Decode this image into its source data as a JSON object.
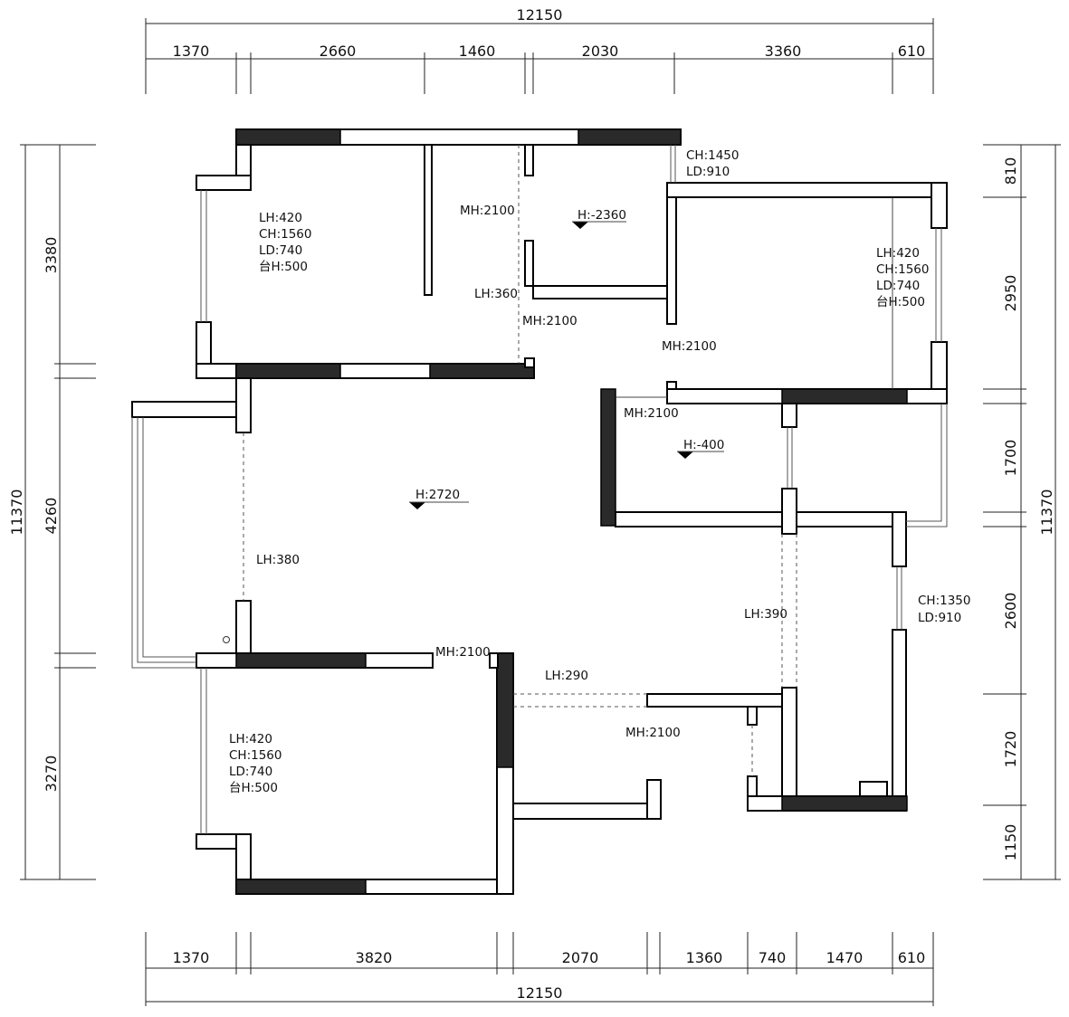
{
  "dimensions": {
    "top_total": "12150",
    "top_segments": [
      "1370",
      "2660",
      "1460",
      "2030",
      "3360",
      "610"
    ],
    "bottom_total": "12150",
    "bottom_segments": [
      "1370",
      "3820",
      "2070",
      "1360",
      "740",
      "1470",
      "610"
    ],
    "left_total": "11370",
    "left_segments": [
      "3380",
      "4260",
      "3270"
    ],
    "right_total": "11370",
    "right_segments": [
      "810",
      "2950",
      "1700",
      "2600",
      "1720",
      "1150"
    ]
  },
  "annotations": {
    "ch1450": "CH:1450",
    "ld910_top": "LD:910",
    "mh2100_a": "MH:2100",
    "h_minus2360": "H:-2360",
    "bed1_lh": "LH:420",
    "bed1_ch": "CH:1560",
    "bed1_ld": "LD:740",
    "bed1_tai": "台H:500",
    "lh360": "LH:360",
    "mh2100_b": "MH:2100",
    "mh2100_c": "MH:2100",
    "bed2_lh": "LH:420",
    "bed2_ch": "CH:1560",
    "bed2_ld": "LD:740",
    "bed2_tai": "台H:500",
    "mh2100_d": "MH:2100",
    "h_minus400": "H:-400",
    "h2720": "H:2720",
    "lh380": "LH:380",
    "lh390": "LH:390",
    "ch1350": "CH:1350",
    "ld910_right": "LD:910",
    "mh2100_e": "MH:2100",
    "lh290": "LH:290",
    "mh2100_f": "MH:2100",
    "bed3_lh": "LH:420",
    "bed3_ch": "CH:1560",
    "bed3_ld": "LD:740",
    "bed3_tai": "台H:500"
  },
  "colors": {
    "wall_outline": "#000000",
    "solid_wall": "#2a2a2a",
    "background": "#ffffff"
  }
}
